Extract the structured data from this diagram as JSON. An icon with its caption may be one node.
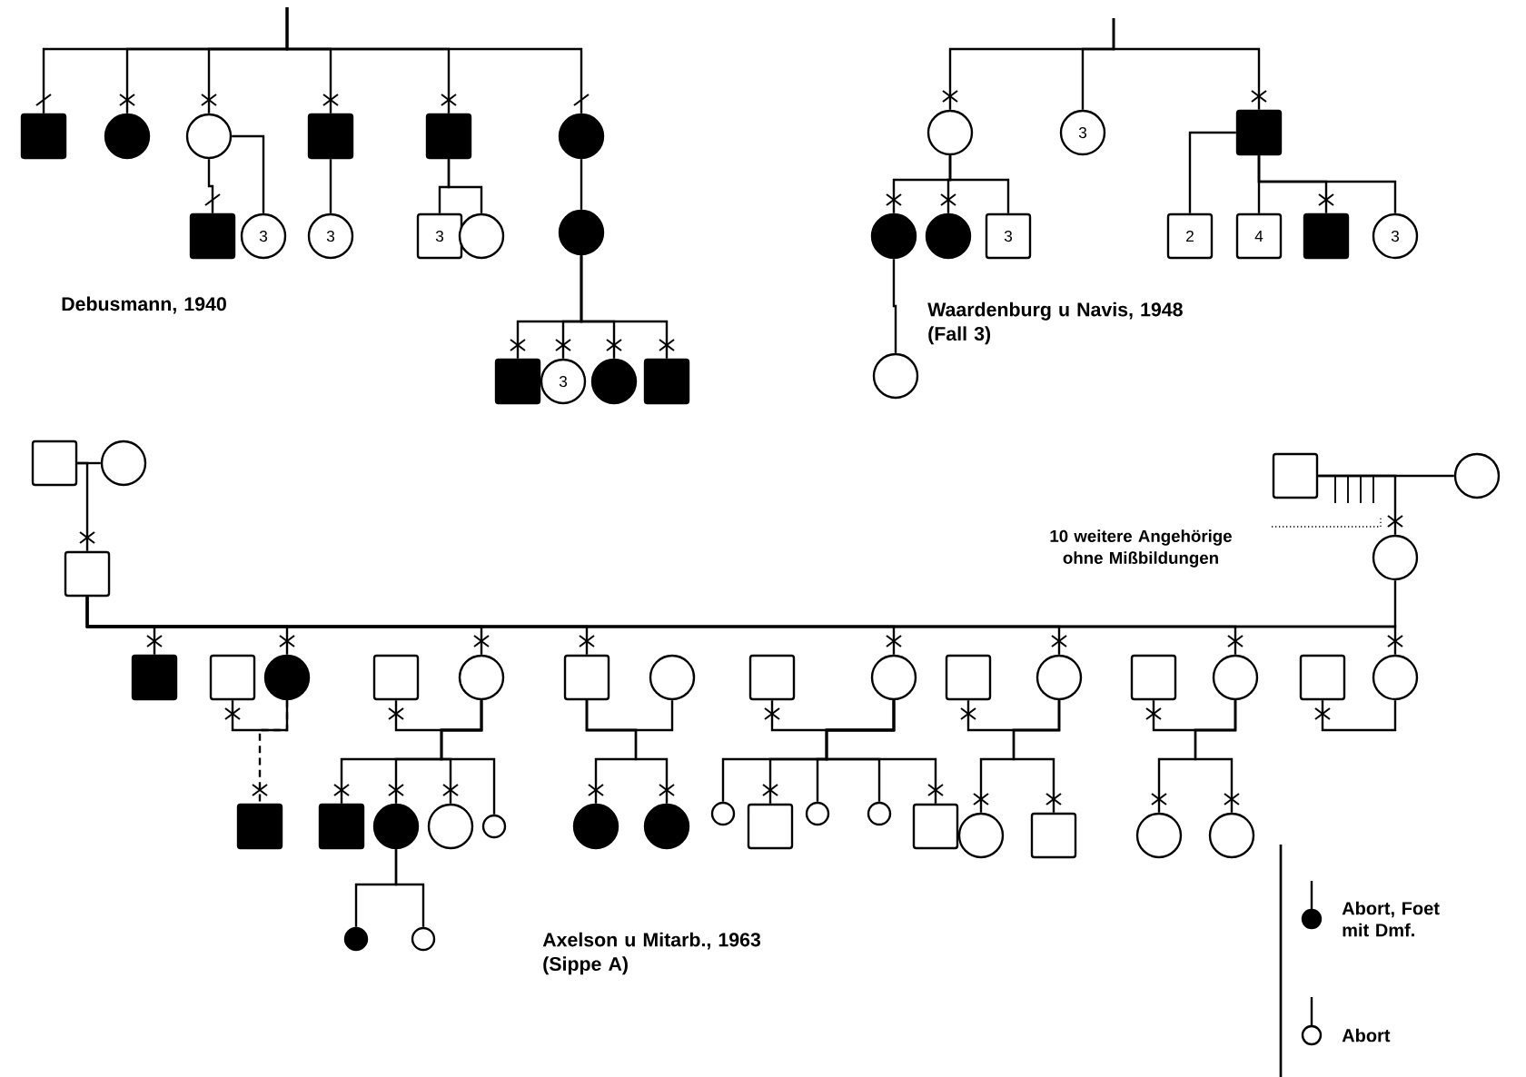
{
  "diagram": {
    "nodes": [
      {
        "text": [],
        "shape": "box"
      },
      {
        "text": [],
        "shape": "circle"
      },
      {
        "text": [],
        "shape": "circle"
      },
      {
        "text": [],
        "shape": "box"
      },
      {
        "text": [],
        "shape": "box"
      },
      {
        "text": [],
        "shape": "circle"
      },
      {
        "text": [],
        "shape": "box"
      },
      {
        "text": [
          "3"
        ]
      },
      {
        "text": [
          "3"
        ]
      },
      {
        "text": [
          "3"
        ]
      },
      {
        "text": [],
        "shape": "circle"
      },
      {
        "text": [],
        "shape": "circle"
      },
      {
        "text": [],
        "shape": "box"
      },
      {
        "text": [
          "3"
        ]
      },
      {
        "text": [],
        "shape": "circle"
      },
      {
        "text": [],
        "shape": "box"
      },
      {
        "text": [],
        "shape": "circle"
      },
      {
        "text": [
          "3"
        ]
      },
      {
        "text": [],
        "shape": "box"
      },
      {
        "text": [],
        "shape": "circle"
      },
      {
        "text": [],
        "shape": "circle"
      },
      {
        "text": [
          "3"
        ]
      },
      {
        "text": [
          "2"
        ]
      },
      {
        "text": [
          "4"
        ]
      },
      {
        "text": [],
        "shape": "box"
      },
      {
        "text": [
          "3"
        ]
      },
      {
        "text": [],
        "shape": "circle"
      },
      {
        "text": [],
        "shape": "box"
      },
      {
        "text": [],
        "shape": "circle"
      },
      {
        "text": [],
        "shape": "box"
      },
      {
        "text": [],
        "shape": "box"
      },
      {
        "text": [],
        "shape": "circle"
      },
      {
        "text": [],
        "shape": "circle"
      },
      {
        "text": [],
        "shape": "box"
      },
      {
        "text": [],
        "shape": "box"
      },
      {
        "text": [],
        "shape": "circle"
      },
      {
        "text": [],
        "shape": "box"
      },
      {
        "text": [],
        "shape": "circle"
      },
      {
        "text": [],
        "shape": "box"
      },
      {
        "text": [],
        "shape": "circle"
      },
      {
        "text": [],
        "shape": "box"
      },
      {
        "text": [],
        "shape": "circle"
      },
      {
        "text": [],
        "shape": "box"
      },
      {
        "text": [],
        "shape": "circle"
      },
      {
        "text": [],
        "shape": "box"
      },
      {
        "text": [],
        "shape": "circle"
      },
      {
        "text": [],
        "shape": "box"
      },
      {
        "text": [],
        "shape": "circle"
      },
      {
        "text": [],
        "shape": "box"
      },
      {
        "text": [],
        "shape": "box"
      },
      {
        "text": [],
        "shape": "circle"
      },
      {
        "text": [],
        "shape": "circle"
      },
      {
        "text": [],
        "shape": "circle"
      },
      {
        "text": [],
        "shape": "circle"
      },
      {
        "text": [],
        "shape": "circle"
      },
      {
        "text": [],
        "shape": "circle"
      },
      {
        "text": [],
        "shape": "circle"
      },
      {
        "text": [],
        "shape": "circle"
      },
      {
        "text": [],
        "shape": "box"
      },
      {
        "text": [],
        "shape": "circle"
      },
      {
        "text": [],
        "shape": "circle"
      },
      {
        "text": [],
        "shape": "box"
      },
      {
        "text": [],
        "shape": "circle"
      },
      {
        "text": [],
        "shape": "box"
      },
      {
        "text": [],
        "shape": "circle"
      },
      {
        "text": [],
        "shape": "circle"
      }
    ],
    "edges": [
      {
        "from": null,
        "to": 0,
        "arrow": "none"
      },
      {
        "from": null,
        "to": 1,
        "arrow": "none"
      },
      {
        "from": null,
        "to": 2,
        "arrow": "none"
      },
      {
        "from": null,
        "to": 3,
        "arrow": "none"
      },
      {
        "from": null,
        "to": 4,
        "arrow": "none"
      },
      {
        "from": null,
        "to": 5,
        "arrow": "none"
      },
      {
        "from": 2,
        "to": 6,
        "arrow": "none"
      },
      {
        "from": 2,
        "to": 7,
        "arrow": "none"
      },
      {
        "from": 3,
        "to": 8,
        "arrow": "none"
      },
      {
        "from": 4,
        "to": 9,
        "arrow": "none"
      },
      {
        "from": 4,
        "to": 10,
        "arrow": "none"
      },
      {
        "from": 5,
        "to": 11,
        "arrow": "none"
      },
      {
        "from": 11,
        "to": 12,
        "arrow": "none"
      },
      {
        "from": 11,
        "to": 13,
        "arrow": "none"
      },
      {
        "from": 11,
        "to": 14,
        "arrow": "none"
      },
      {
        "from": 11,
        "to": 15,
        "arrow": "none"
      },
      {
        "from": null,
        "to": 16,
        "arrow": "none"
      },
      {
        "from": null,
        "to": 17,
        "arrow": "none"
      },
      {
        "from": null,
        "to": 18,
        "arrow": "none"
      },
      {
        "from": 16,
        "to": 19,
        "arrow": "none"
      },
      {
        "from": 16,
        "to": 20,
        "arrow": "none"
      },
      {
        "from": 16,
        "to": 21,
        "arrow": "none"
      },
      {
        "from": 18,
        "to": 22,
        "arrow": "none"
      },
      {
        "from": 18,
        "to": 23,
        "arrow": "none"
      },
      {
        "from": 18,
        "to": 24,
        "arrow": "none"
      },
      {
        "from": 18,
        "to": 25,
        "arrow": "none"
      },
      {
        "from": 19,
        "to": 26,
        "arrow": "none"
      },
      {
        "from": 27,
        "to": 28,
        "arrow": "none"
      },
      {
        "from": 27,
        "to": 29,
        "arrow": "none"
      },
      {
        "from": 30,
        "to": 31,
        "arrow": "none"
      },
      {
        "from": 30,
        "to": 32,
        "arrow": "none"
      },
      {
        "from": 29,
        "to": 32,
        "arrow": "none"
      },
      {
        "from": 29,
        "to": 33,
        "arrow": "none"
      },
      {
        "from": 29,
        "to": 35,
        "arrow": "none"
      },
      {
        "from": 29,
        "to": 37,
        "arrow": "none"
      },
      {
        "from": 29,
        "to": 38,
        "arrow": "none"
      },
      {
        "from": 29,
        "to": 41,
        "arrow": "none"
      },
      {
        "from": 29,
        "to": 43,
        "arrow": "none"
      },
      {
        "from": 29,
        "to": 45,
        "arrow": "none"
      },
      {
        "from": 29,
        "to": 47,
        "arrow": "none"
      },
      {
        "from": 34,
        "to": 35,
        "arrow": "none"
      },
      {
        "from": 35,
        "to": 48,
        "arrow": "none",
        "style": "dashed"
      },
      {
        "from": 36,
        "to": 37,
        "arrow": "none"
      },
      {
        "from": 37,
        "to": 49,
        "arrow": "none"
      },
      {
        "from": 37,
        "to": 50,
        "arrow": "none"
      },
      {
        "from": 37,
        "to": 51,
        "arrow": "none"
      },
      {
        "from": 37,
        "to": 52,
        "arrow": "none"
      },
      {
        "from": 50,
        "to": 53,
        "arrow": "none"
      },
      {
        "from": 50,
        "to": 54,
        "arrow": "none"
      },
      {
        "from": 38,
        "to": 39,
        "arrow": "none"
      },
      {
        "from": 38,
        "to": 55,
        "arrow": "none"
      },
      {
        "from": 38,
        "to": 56,
        "arrow": "none"
      },
      {
        "from": 40,
        "to": 41,
        "arrow": "none"
      },
      {
        "from": 41,
        "to": 57,
        "arrow": "none"
      },
      {
        "from": 41,
        "to": 58,
        "arrow": "none"
      },
      {
        "from": 41,
        "to": 59,
        "arrow": "none"
      },
      {
        "from": 41,
        "to": 60,
        "arrow": "none"
      },
      {
        "from": 41,
        "to": 61,
        "arrow": "none"
      },
      {
        "from": 42,
        "to": 43,
        "arrow": "none"
      },
      {
        "from": 43,
        "to": 62,
        "arrow": "none"
      },
      {
        "from": 43,
        "to": 63,
        "arrow": "none"
      },
      {
        "from": 44,
        "to": 45,
        "arrow": "none"
      },
      {
        "from": 45,
        "to": 64,
        "arrow": "none"
      },
      {
        "from": 45,
        "to": 65,
        "arrow": "none"
      },
      {
        "from": 46,
        "to": 47,
        "arrow": "none"
      }
    ],
    "labels": [
      "Debusmann, 1940",
      "Waardenburg u Navis, 1948 (Fall 3)",
      "10 weitere Angehörige ohne Mißbildungen",
      "Axelson u Mitarb., 1963 (Sippe A)"
    ],
    "legend": [
      {
        "text": "Abort, Foet mit Dmf."
      },
      {
        "text": "Abort"
      }
    ]
  }
}
